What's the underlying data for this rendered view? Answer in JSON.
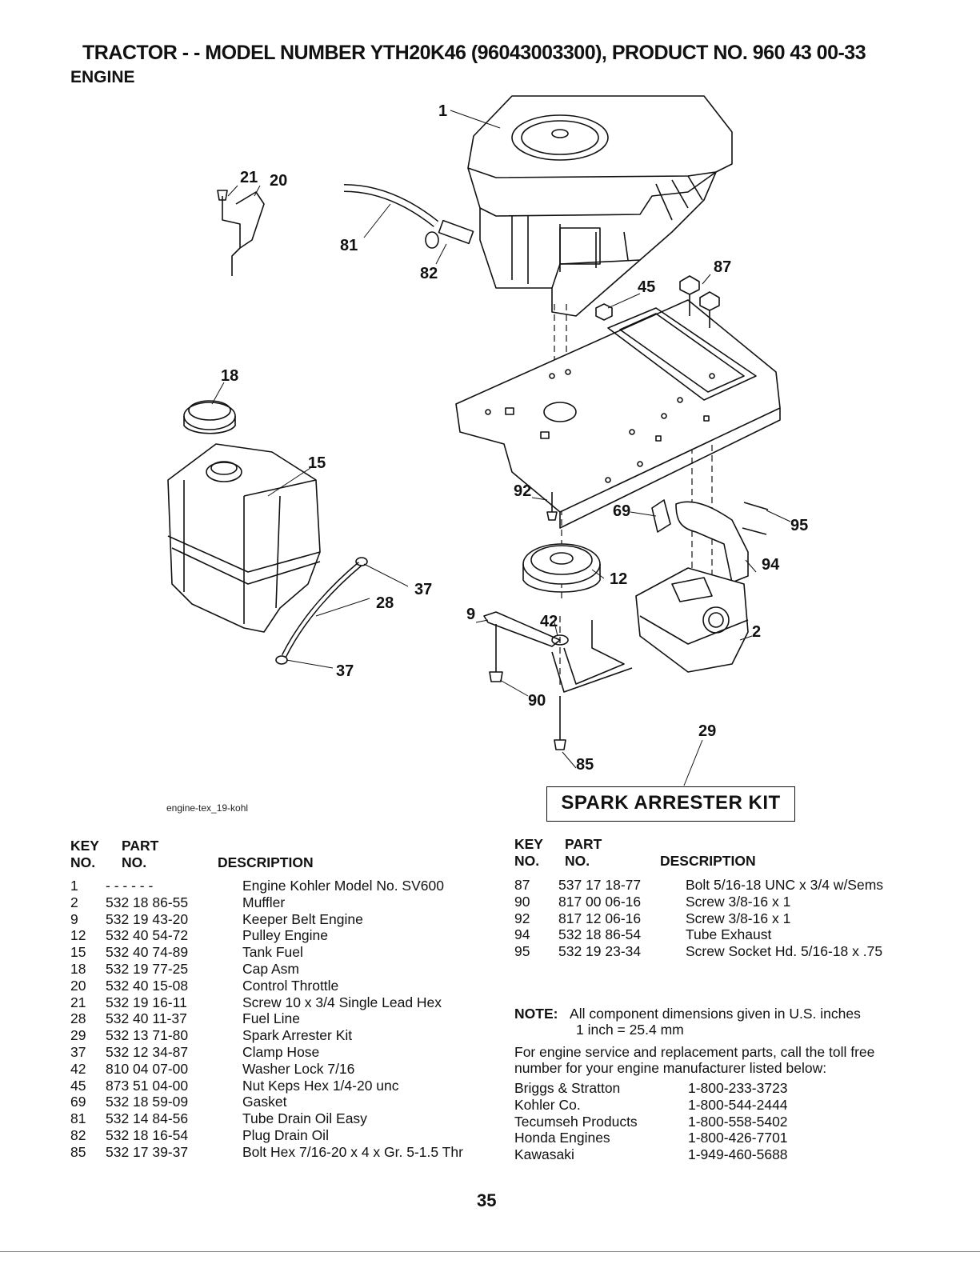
{
  "header": {
    "title": "TRACTOR - - MODEL NUMBER YTH20K46 (96043003300), PRODUCT NO. 960 43 00-33",
    "subtitle": "ENGINE"
  },
  "diagram": {
    "figure_id": "engine-tex_19-kohl",
    "kit_label": "SPARK ARRESTER KIT",
    "callouts": [
      "1",
      "21",
      "20",
      "81",
      "82",
      "87",
      "45",
      "18",
      "15",
      "92",
      "69",
      "95",
      "94",
      "12",
      "37",
      "28",
      "9",
      "42",
      "2",
      "37",
      "90",
      "29",
      "85"
    ]
  },
  "parts_table": {
    "header_key": "KEY",
    "header_part": "PART",
    "header_no": "NO.",
    "header_no2": "NO.",
    "header_desc": "DESCRIPTION",
    "left_rows": [
      {
        "key": "1",
        "part": "- - - - - -",
        "desc": "Engine Kohler Model No. SV600"
      },
      {
        "key": "2",
        "part": "532 18 86-55",
        "desc": "Muffler"
      },
      {
        "key": "9",
        "part": "532 19 43-20",
        "desc": "Keeper Belt Engine"
      },
      {
        "key": "12",
        "part": "532 40 54-72",
        "desc": "Pulley Engine"
      },
      {
        "key": "15",
        "part": "532 40 74-89",
        "desc": "Tank Fuel"
      },
      {
        "key": "18",
        "part": "532 19 77-25",
        "desc": "Cap Asm"
      },
      {
        "key": "20",
        "part": "532 40 15-08",
        "desc": "Control Throttle"
      },
      {
        "key": "21",
        "part": "532 19 16-11",
        "desc": "Screw 10 x 3/4 Single Lead Hex"
      },
      {
        "key": "28",
        "part": "532 40 11-37",
        "desc": "Fuel Line"
      },
      {
        "key": "29",
        "part": "532 13 71-80",
        "desc": "Spark Arrester Kit"
      },
      {
        "key": "37",
        "part": "532 12 34-87",
        "desc": "Clamp Hose"
      },
      {
        "key": "42",
        "part": "810 04 07-00",
        "desc": "Washer Lock 7/16"
      },
      {
        "key": "45",
        "part": "873 51 04-00",
        "desc": "Nut Keps Hex 1/4-20 unc"
      },
      {
        "key": "69",
        "part": "532 18 59-09",
        "desc": "Gasket"
      },
      {
        "key": "81",
        "part": "532 14 84-56",
        "desc": "Tube Drain Oil Easy"
      },
      {
        "key": "82",
        "part": "532 18 16-54",
        "desc": "Plug Drain Oil"
      },
      {
        "key": "85",
        "part": "532 17 39-37",
        "desc": "Bolt Hex 7/16-20 x 4 x Gr. 5-1.5 Thr"
      }
    ],
    "right_rows": [
      {
        "key": "87",
        "part": "537 17 18-77",
        "desc": "Bolt 5/16-18 UNC x 3/4 w/Sems"
      },
      {
        "key": "90",
        "part": "817 00 06-16",
        "desc": "Screw 3/8-16 x 1"
      },
      {
        "key": "92",
        "part": "817 12 06-16",
        "desc": "Screw 3/8-16 x 1"
      },
      {
        "key": "94",
        "part": "532 18 86-54",
        "desc": "Tube Exhaust"
      },
      {
        "key": "95",
        "part": "532 19 23-34",
        "desc": "Screw Socket Hd. 5/16-18 x .75"
      }
    ]
  },
  "note": {
    "label": "NOTE:",
    "line1": "All component dimensions given in U.S. inches",
    "line2": "1 inch = 25.4 mm"
  },
  "service": {
    "text": "For engine service and replacement parts, call the toll free number for your engine manufacturer listed below:",
    "contacts": [
      {
        "name": "Briggs & Stratton",
        "phone": "1-800-233-3723"
      },
      {
        "name": "Kohler Co.",
        "phone": "1-800-544-2444"
      },
      {
        "name": "Tecumseh Products",
        "phone": "1-800-558-5402"
      },
      {
        "name": "Honda Engines",
        "phone": "1-800-426-7701"
      },
      {
        "name": "Kawasaki",
        "phone": "1-949-460-5688"
      }
    ]
  },
  "page_number": "35"
}
